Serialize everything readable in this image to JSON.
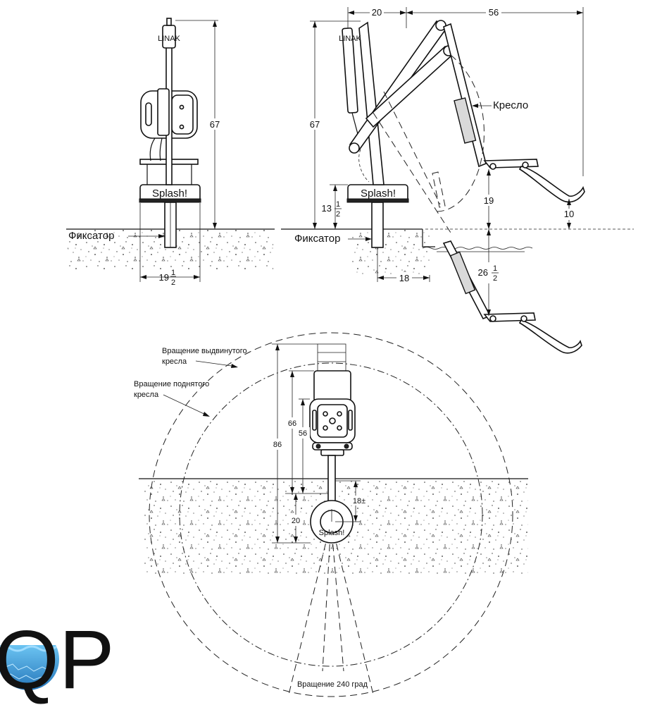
{
  "front_view": {
    "splash_label": "Splash!",
    "brand_label": "LINAK",
    "height_label": "67",
    "width_whole": "19",
    "width_frac_num": "1",
    "width_frac_den": "2",
    "anchor_label": "Фиксатор"
  },
  "side_view": {
    "splash_label": "Splash!",
    "brand_label": "LINAK",
    "dim_top_left": "20",
    "dim_top_right": "56",
    "height_label": "67",
    "seat_label": "Кресло",
    "base_whole": "13",
    "base_frac_num": "1",
    "base_frac_den": "2",
    "seat_height": "19",
    "footrest_height": "10",
    "depth_whole": "26",
    "depth_frac_num": "1",
    "depth_frac_den": "2",
    "anchor_offset": "18",
    "anchor_label": "Фиксатор"
  },
  "top_view": {
    "extended_rotation": "Вращение выдвинутого",
    "extended_rotation_2": "кресла",
    "raised_rotation": "Вращение поднятого",
    "raised_rotation_2": "кресла",
    "dim_86": "86",
    "dim_66": "66",
    "dim_56": "56",
    "dim_20": "20",
    "dim_18": "18±",
    "splash_label": "Splash!",
    "rotation_note": "Вращение 240 град"
  },
  "logo": {
    "letters": "QP",
    "water_color": "#2a7fc4"
  }
}
